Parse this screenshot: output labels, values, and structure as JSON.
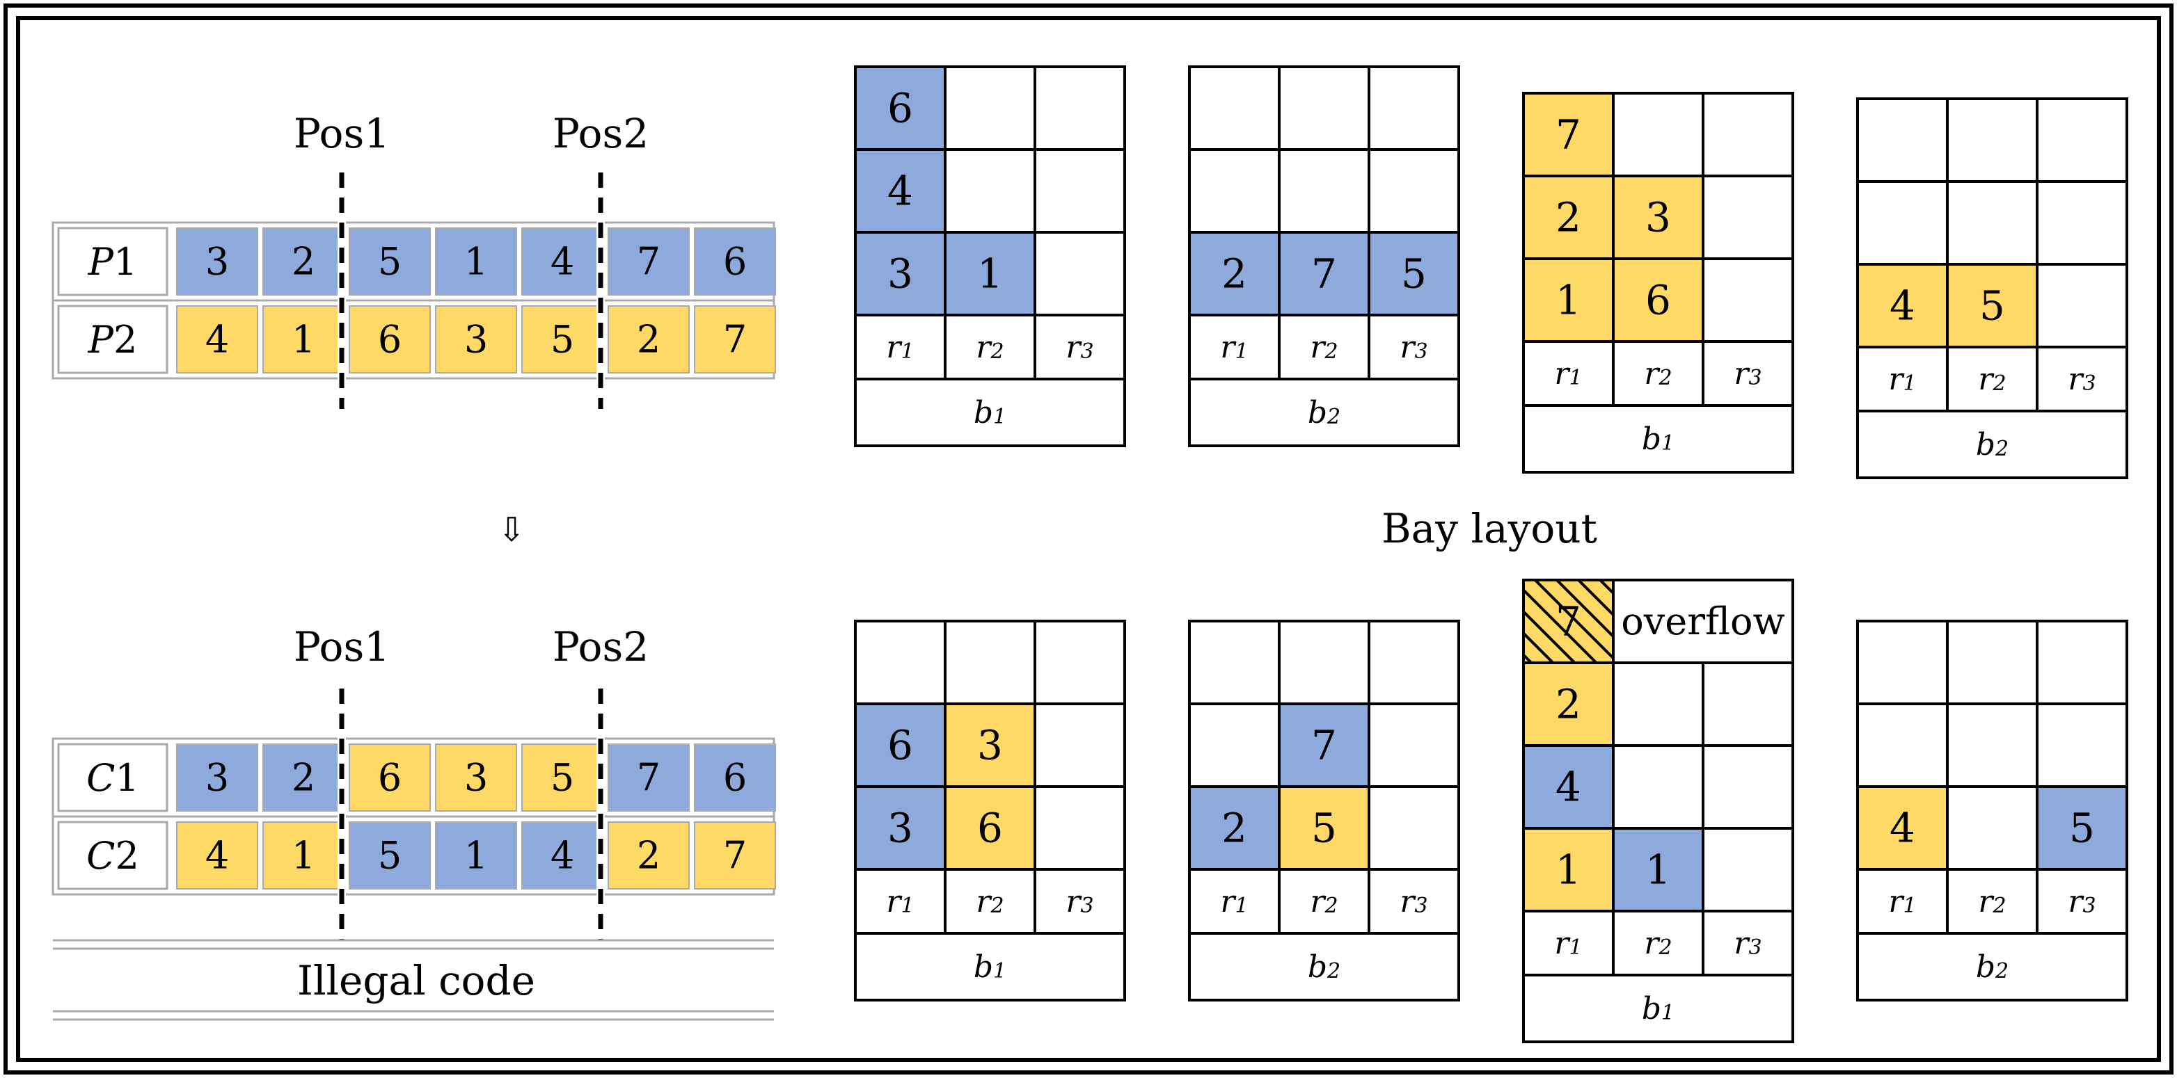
{
  "colors": {
    "blue": "#8EA9DB",
    "yellow": "#FFD966",
    "line": "#000000",
    "chromo_border": "#aaaaaa",
    "white": "#ffffff"
  },
  "top": {
    "pos1": "Pos1",
    "pos2": "Pos2",
    "rows": [
      {
        "id": "P1",
        "letter": "P",
        "num": "1",
        "genes": [
          "3",
          "2",
          "5",
          "1",
          "4",
          "7",
          "6"
        ],
        "fills": [
          "blue",
          "blue",
          "blue",
          "blue",
          "blue",
          "blue",
          "blue"
        ]
      },
      {
        "id": "P2",
        "letter": "P",
        "num": "2",
        "genes": [
          "4",
          "1",
          "6",
          "3",
          "5",
          "2",
          "7"
        ],
        "fills": [
          "yellow",
          "yellow",
          "yellow",
          "yellow",
          "yellow",
          "yellow",
          "yellow"
        ]
      }
    ]
  },
  "arrow": "⇩",
  "bottom": {
    "pos1": "Pos1",
    "pos2": "Pos2",
    "rows": [
      {
        "id": "C1",
        "letter": "C",
        "num": "1",
        "genes": [
          "3",
          "2",
          "6",
          "3",
          "5",
          "7",
          "6"
        ],
        "fills": [
          "blue",
          "blue",
          "yellow",
          "yellow",
          "yellow",
          "blue",
          "blue"
        ]
      },
      {
        "id": "C2",
        "letter": "C",
        "num": "2",
        "genes": [
          "4",
          "1",
          "5",
          "1",
          "4",
          "2",
          "7"
        ],
        "fills": [
          "yellow",
          "yellow",
          "blue",
          "blue",
          "blue",
          "yellow",
          "yellow"
        ]
      }
    ],
    "caption": "Illegal code"
  },
  "bay_layout_label": "Bay layout",
  "overflow_label": "overflow",
  "bays": [
    {
      "id": "top-1",
      "bay": "b1",
      "rows": [
        "r1",
        "r2",
        "r3"
      ],
      "cells": [
        [
          {
            "v": "6",
            "c": "blue"
          },
          {
            "v": "",
            "c": ""
          },
          {
            "v": "",
            "c": ""
          }
        ],
        [
          {
            "v": "4",
            "c": "blue"
          },
          {
            "v": "",
            "c": ""
          },
          {
            "v": "",
            "c": ""
          }
        ],
        [
          {
            "v": "3",
            "c": "blue"
          },
          {
            "v": "1",
            "c": "blue"
          },
          {
            "v": "",
            "c": ""
          }
        ]
      ]
    },
    {
      "id": "top-2",
      "bay": "b2",
      "rows": [
        "r1",
        "r2",
        "r3"
      ],
      "cells": [
        [
          {
            "v": "",
            "c": ""
          },
          {
            "v": "",
            "c": ""
          },
          {
            "v": "",
            "c": ""
          }
        ],
        [
          {
            "v": "",
            "c": ""
          },
          {
            "v": "",
            "c": ""
          },
          {
            "v": "",
            "c": ""
          }
        ],
        [
          {
            "v": "2",
            "c": "blue"
          },
          {
            "v": "7",
            "c": "blue"
          },
          {
            "v": "5",
            "c": "blue"
          }
        ]
      ]
    },
    {
      "id": "top-3",
      "bay": "b1",
      "rows": [
        "r1",
        "r2",
        "r3"
      ],
      "cells": [
        [
          {
            "v": "7",
            "c": "yellow"
          },
          {
            "v": "",
            "c": ""
          },
          {
            "v": "",
            "c": ""
          }
        ],
        [
          {
            "v": "2",
            "c": "yellow"
          },
          {
            "v": "3",
            "c": "yellow"
          },
          {
            "v": "",
            "c": ""
          }
        ],
        [
          {
            "v": "1",
            "c": "yellow"
          },
          {
            "v": "6",
            "c": "yellow"
          },
          {
            "v": "",
            "c": ""
          }
        ]
      ]
    },
    {
      "id": "top-4",
      "bay": "b2",
      "rows": [
        "r1",
        "r2",
        "r3"
      ],
      "cells": [
        [
          {
            "v": "",
            "c": ""
          },
          {
            "v": "",
            "c": ""
          },
          {
            "v": "",
            "c": ""
          }
        ],
        [
          {
            "v": "",
            "c": ""
          },
          {
            "v": "",
            "c": ""
          },
          {
            "v": "",
            "c": ""
          }
        ],
        [
          {
            "v": "4",
            "c": "yellow"
          },
          {
            "v": "5",
            "c": "yellow"
          },
          {
            "v": "",
            "c": ""
          }
        ]
      ]
    },
    {
      "id": "bottom-1",
      "bay": "b1",
      "rows": [
        "r1",
        "r2",
        "r3"
      ],
      "cells": [
        [
          {
            "v": "",
            "c": ""
          },
          {
            "v": "",
            "c": ""
          },
          {
            "v": "",
            "c": ""
          }
        ],
        [
          {
            "v": "6",
            "c": "blue"
          },
          {
            "v": "3",
            "c": "yellow"
          },
          {
            "v": "",
            "c": ""
          }
        ],
        [
          {
            "v": "3",
            "c": "blue"
          },
          {
            "v": "6",
            "c": "yellow"
          },
          {
            "v": "",
            "c": ""
          }
        ]
      ]
    },
    {
      "id": "bottom-2",
      "bay": "b2",
      "rows": [
        "r1",
        "r2",
        "r3"
      ],
      "cells": [
        [
          {
            "v": "",
            "c": ""
          },
          {
            "v": "",
            "c": ""
          },
          {
            "v": "",
            "c": ""
          }
        ],
        [
          {
            "v": "",
            "c": ""
          },
          {
            "v": "7",
            "c": "blue"
          },
          {
            "v": "",
            "c": ""
          }
        ],
        [
          {
            "v": "2",
            "c": "blue"
          },
          {
            "v": "5",
            "c": "yellow"
          },
          {
            "v": "",
            "c": ""
          }
        ]
      ]
    },
    {
      "id": "bottom-3",
      "bay": "b1",
      "rows": [
        "r1",
        "r2",
        "r3"
      ],
      "overflow_value": "7",
      "cells": [
        [
          {
            "v": "2",
            "c": "yellow"
          },
          {
            "v": "",
            "c": ""
          },
          {
            "v": "",
            "c": ""
          }
        ],
        [
          {
            "v": "4",
            "c": "blue"
          },
          {
            "v": "",
            "c": ""
          },
          {
            "v": "",
            "c": ""
          }
        ],
        [
          {
            "v": "1",
            "c": "yellow"
          },
          {
            "v": "1",
            "c": "blue"
          },
          {
            "v": "",
            "c": ""
          }
        ]
      ]
    },
    {
      "id": "bottom-4",
      "bay": "b2",
      "rows": [
        "r1",
        "r2",
        "r3"
      ],
      "cells": [
        [
          {
            "v": "",
            "c": ""
          },
          {
            "v": "",
            "c": ""
          },
          {
            "v": "",
            "c": ""
          }
        ],
        [
          {
            "v": "",
            "c": ""
          },
          {
            "v": "",
            "c": ""
          },
          {
            "v": "",
            "c": ""
          }
        ],
        [
          {
            "v": "4",
            "c": "yellow"
          },
          {
            "v": "",
            "c": ""
          },
          {
            "v": "5",
            "c": "blue"
          }
        ]
      ]
    }
  ]
}
